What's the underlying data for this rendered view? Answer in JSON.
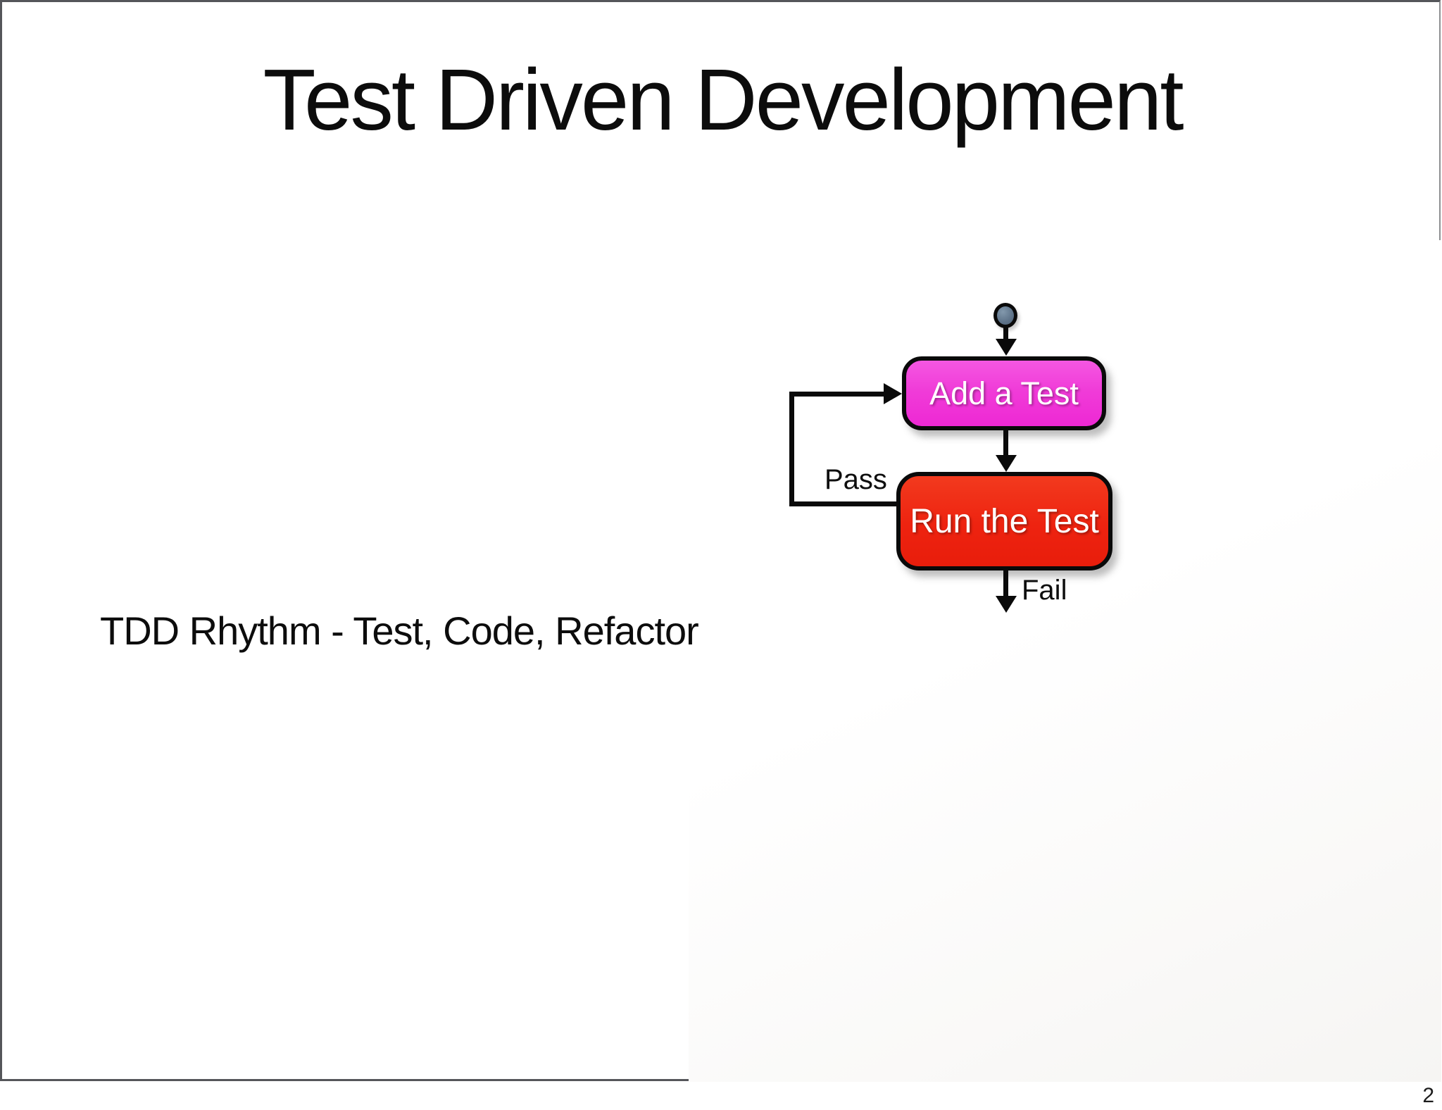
{
  "slide": {
    "title": "Test Driven Development",
    "body_text": "TDD Rhythm - Test, Code, Refactor",
    "page_number": "2"
  },
  "diagram": {
    "type": "flowchart",
    "description": "TDD cycle activity diagram with start node",
    "nodes": [
      {
        "id": "start",
        "kind": "initial-node",
        "label": "",
        "color": "#5e7389"
      },
      {
        "id": "add-test",
        "kind": "activity",
        "label": "Add a Test",
        "color": "#f03cd8"
      },
      {
        "id": "run-test",
        "kind": "activity",
        "label": "Run the Test",
        "color": "#ee2310"
      }
    ],
    "edges": [
      {
        "from": "start",
        "to": "add-test",
        "label": ""
      },
      {
        "from": "add-test",
        "to": "run-test",
        "label": ""
      },
      {
        "from": "run-test",
        "to": "add-test",
        "label": "Pass"
      },
      {
        "from": "run-test",
        "to": "exit",
        "label": "Fail"
      }
    ],
    "labels": {
      "pass": "Pass",
      "fail": "Fail"
    },
    "colors": {
      "node_border": "#0a0a0a",
      "edge": "#0a0a0a",
      "add_test_fill": "#f03cd8",
      "run_test_fill": "#ee2310",
      "start_fill": "#5e7389",
      "frame_border": "#55565a",
      "text_on_nodes": "#ffffff"
    }
  }
}
